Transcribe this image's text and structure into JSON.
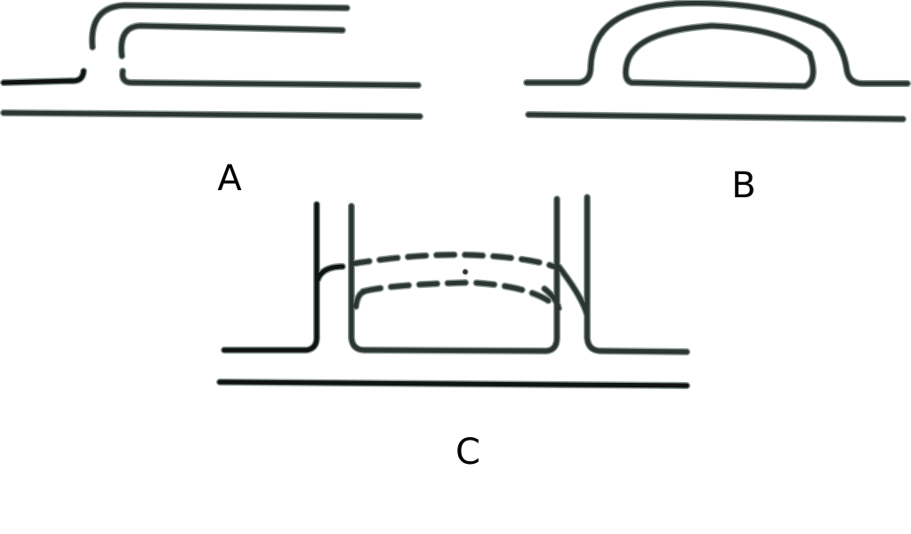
{
  "diagram": {
    "panels": [
      {
        "id": "A",
        "label": "A",
        "description": "Two stacked horizontal lines diverging upward from a gap in the upper baseline, extending to the right"
      },
      {
        "id": "B",
        "label": "B",
        "description": "Two nested closed arch loops rising from the upper baseline"
      },
      {
        "id": "C",
        "label": "C",
        "description": "Two vertical parallel pairs rising from the baseline with a closed loop between and dashed arched connections"
      }
    ],
    "colors": {
      "line": "#2b3532",
      "halo": "#8a9690",
      "background": "#ffffff",
      "label": "#000000"
    }
  }
}
